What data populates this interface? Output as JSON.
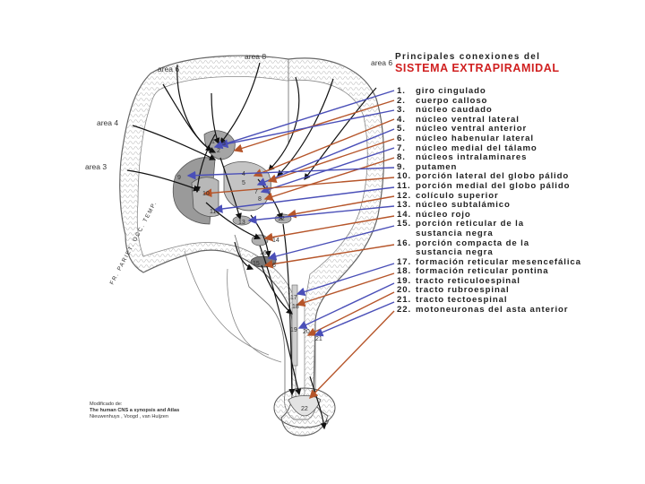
{
  "title": {
    "line1": "Principales conexiones del",
    "line2": "SISTEMA EXTRAPIRAMIDAL"
  },
  "legend": [
    {
      "num": "1.",
      "text": "giro cingulado"
    },
    {
      "num": "2.",
      "text": "cuerpo calloso"
    },
    {
      "num": "3.",
      "text": "núcleo caudado"
    },
    {
      "num": "4.",
      "text": "núcleo ventral lateral"
    },
    {
      "num": "5.",
      "text": "núcleo ventral anterior"
    },
    {
      "num": "6.",
      "text": "núcleo habenular lateral"
    },
    {
      "num": "7.",
      "text": "núcleo medial del tálamo"
    },
    {
      "num": "8.",
      "text": "núcleos intralaminares"
    },
    {
      "num": "9.",
      "text": "putamen"
    },
    {
      "num": "10.",
      "text": "porción lateral del globo pálido"
    },
    {
      "num": "11.",
      "text": "porción medial del globo pálido"
    },
    {
      "num": "12.",
      "text": "colículo superior"
    },
    {
      "num": "13.",
      "text": "núcleo subtalámico"
    },
    {
      "num": "14.",
      "text": "núcleo rojo"
    },
    {
      "num": "15.",
      "text": "porción reticular de la"
    },
    {
      "num": "",
      "text": "sustancia negra"
    },
    {
      "num": "16.",
      "text": "porción compacta de la"
    },
    {
      "num": "",
      "text": "sustancia negra"
    },
    {
      "num": "17.",
      "text": "formación reticular mesencefálica"
    },
    {
      "num": "18.",
      "text": "formación reticular pontina"
    },
    {
      "num": "19.",
      "text": "tracto reticuloespinal"
    },
    {
      "num": "20.",
      "text": "tracto rubroespinal"
    },
    {
      "num": "21.",
      "text": "tracto tectoespinal"
    },
    {
      "num": "22.",
      "text": "motoneuronas del asta anterior"
    }
  ],
  "diagram_labels": {
    "area8": "area 8",
    "area6_left": "area 6",
    "area6_right": "area 6",
    "area4": "area 4",
    "area3": "area 3",
    "lobes": "FR. PARIET. OCC. TEMP.",
    "n1": "1",
    "n2": "2",
    "n3": "3",
    "n4": "4",
    "n5": "5",
    "n7": "7",
    "n8": "8",
    "n9": "9",
    "n10": "10",
    "n11": "11",
    "n12": "12",
    "n13": "13",
    "n14": "14",
    "n15": "15",
    "n16": "16",
    "n6": "6",
    "n17": "17",
    "n18": "18",
    "n19": "19",
    "n20": "20",
    "n21": "21",
    "n22": "22",
    "n_y": "y"
  },
  "source": {
    "line1": "Modificado de:",
    "line2": "The human CNS a synopsis and Atlas",
    "line3": "Nieuwenhuys , Voogd , van Huijzen"
  },
  "colors": {
    "arrow_blue": "#4a4fb8",
    "arrow_red": "#b6552a",
    "shade_gray": "#999999",
    "title_red": "#d02020"
  }
}
